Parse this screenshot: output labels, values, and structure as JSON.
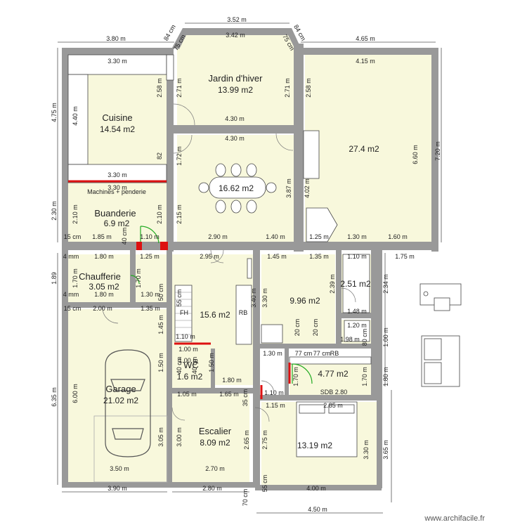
{
  "rooms": {
    "cuisine": {
      "name": "Cuisine",
      "area": "14.54 m2"
    },
    "jardin": {
      "name": "Jardin d'hiver",
      "area": "13.99 m2"
    },
    "salon": {
      "area": "27.4 m2"
    },
    "salle": {
      "area": "16.62 m2"
    },
    "machines": {
      "name": "Machines + penderie"
    },
    "buanderie": {
      "name": "Buanderie",
      "area": "6.9 m2"
    },
    "chaufferie": {
      "name": "Chaufferie",
      "area": "3.05 m2"
    },
    "hall": {
      "area": "15.6 m2"
    },
    "bureau": {
      "area": "9.96 m2"
    },
    "sdb": {
      "area": "2.51 m2"
    },
    "wc": {
      "name": "WC",
      "area": "1.6 m2"
    },
    "garage": {
      "name": "Garage",
      "area": "21.02 m2"
    },
    "escalier": {
      "name": "Escalier",
      "area": "8.09 m2"
    },
    "douche": {
      "area": "4.77 m2"
    },
    "chambre": {
      "area": "13.19 m2"
    }
  },
  "small_labels": {
    "rb1": "RB",
    "rb2": "RB",
    "fh": "FH",
    "sdb_label": "SDB 2.80"
  },
  "dims": {
    "top_380": "3.80 m",
    "top_330a": "3.30 m",
    "top_352": "3.52 m",
    "top_342": "3.42 m",
    "top_465": "4.65 m",
    "top_415": "4.15 m",
    "top_84a": "84 cm",
    "top_84b": "84 cm",
    "top_75a": "75 cm",
    "top_75b": "75 cm",
    "v_475": "4.75 m",
    "v_440": "4.40 m",
    "v_258a": "2.58 m",
    "v_271a": "2.71 m",
    "v_271b": "2.71 m",
    "v_258b": "2.58 m",
    "v_720": "7.20 m",
    "v_660": "6.60 m",
    "h_430a": "4.30 m",
    "h_430b": "4.30 m",
    "v_82": "82",
    "v_172": "1.72 m",
    "v_387": "3.87 m",
    "v_402": "4.02 m",
    "h_330b": "3.30 m",
    "h_330c": "3.30 m",
    "v_230": "2.30 m",
    "v_210a": "2.10 m",
    "v_210b": "2.10 m",
    "v_215": "2.15 m",
    "h_290": "2.90 m",
    "h_140": "1.40 m",
    "h_125a": "1.25 m",
    "h_130a": "1.30 m",
    "h_160": "1.60 m",
    "h_15a": "15 cm",
    "h_185": "1.85 m",
    "h_110a": "1.10 m",
    "v_40a": "40 cm",
    "h_4mm_a": "4 mm",
    "h_180a": "1.80 m",
    "h_125b": "1.25 m",
    "h_295": "2.95 m",
    "h_145": "1.45 m",
    "h_135a": "1.35 m",
    "h_110b": "1.10 m",
    "h_175": "1.75 m",
    "v_189": "1.89",
    "v_170a": "1.70 m",
    "v_170b": "1.70 m",
    "v_239": "2.39 m",
    "v_234": "2.34 m",
    "h_4mm_b": "4 mm",
    "h_180b": "1.80 m",
    "h_130b": "1.30 m",
    "v_330a": "3.30 m",
    "v_340": "3.40 m",
    "h_148": "1.48 m",
    "h_120": "1.20 m",
    "h_15b": "15 cm",
    "h_200": "2.00 m",
    "h_135b": "1.35 m",
    "v_145": "1.45 m",
    "v_55a": "55 cm",
    "v_50a": "50 cm",
    "h_198": "1.98 m",
    "v_100a": "1.00 m",
    "h_130c": "1.30 m",
    "h_110c": "1.10 m",
    "h_100b": "1.00 m",
    "h_77a": "77 cm",
    "h_77b": "77 cm",
    "v_80": "80 cm",
    "v_150a": "1.50 m",
    "v_150b": "1.50 m",
    "v_170c": "1.70 m",
    "v_170d": "1.70 m",
    "h_180c": "1.80 m",
    "v_180": "1.80 m",
    "h_100c": "1.00 m",
    "v_40b": "40 cm",
    "v_40c": "40 cm",
    "v_600": "6.00 m",
    "v_635": "6.35 m",
    "h_105": "1.05 m",
    "h_165": "1.65 m",
    "v_35": "35 cm",
    "h_110d": "1.10 m",
    "h_115": "1.15 m",
    "h_285": "2.85 m",
    "v_306": "3.05 m",
    "v_300": "3.00 m",
    "v_265": "2.65 m",
    "v_275": "2.75 m",
    "v_330b": "3.30 m",
    "v_365": "3.65 m",
    "h_350": "3.50 m",
    "h_270": "2.70 m",
    "h_390": "3.90 m",
    "h_280": "2.80 m",
    "v_55b": "55 cm",
    "h_400": "4.00 m",
    "v_70": "70 cm",
    "h_450": "4.50 m",
    "v_20a": "20 cm",
    "v_20b": "20 cm"
  },
  "credit": "www.archifacile.fr",
  "colors": {
    "wall": "#999999",
    "room": "#f8f8dc",
    "accent": "#dd1111",
    "door": "#22aa22",
    "dimline": "#555555"
  }
}
